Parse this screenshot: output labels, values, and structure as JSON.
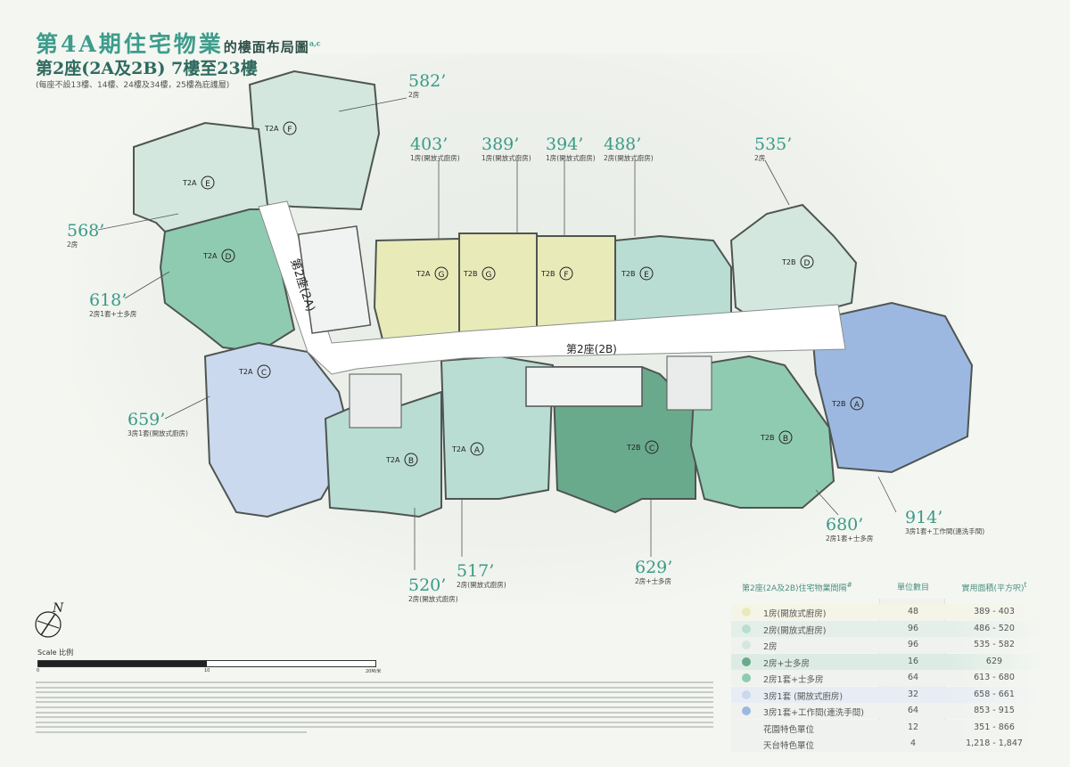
{
  "header": {
    "title_main": "第4A期住宅物業",
    "title_tail": "的樓面布局圖",
    "title_sup": "a,c",
    "subtitle": "第2座(2A及2B) 7樓至23樓",
    "note": "(每座不設13樓、14樓、24樓及34樓，25樓為庇護層)"
  },
  "plan": {
    "tower_2a_label": "第2座(2A)",
    "tower_2b_label": "第2座(2B)",
    "units": [
      {
        "code": "T2A",
        "letter": "F",
        "area": "582’",
        "type": "2房",
        "color": "#d3e7de"
      },
      {
        "code": "T2A",
        "letter": "E",
        "area": "568’",
        "type": "2房",
        "color": "#d3e7de"
      },
      {
        "code": "T2A",
        "letter": "D",
        "area": "618’",
        "type": "2房1套+士多房",
        "color": "#8fcbb1"
      },
      {
        "code": "T2A",
        "letter": "C",
        "area": "659’",
        "type": "3房1套(開放式廚房)",
        "color": "#cbd9ee"
      },
      {
        "code": "T2A",
        "letter": "B",
        "area": "520’",
        "type": "2房(開放式廚房)",
        "color": "#b9ddd2"
      },
      {
        "code": "T2A",
        "letter": "A",
        "area": "517’",
        "type": "2房(開放式廚房)",
        "color": "#b9ddd2"
      },
      {
        "code": "T2B",
        "letter": "C",
        "area": "629’",
        "type": "2房+士多房",
        "color": "#6aaa8c"
      },
      {
        "code": "T2B",
        "letter": "B",
        "area": "680’",
        "type": "2房1套+士多房",
        "color": "#8fcbb1"
      },
      {
        "code": "T2B",
        "letter": "A",
        "area": "914’",
        "type": "3房1套+工作間(連洗手間)",
        "color": "#9db8e0"
      },
      {
        "code": "T2B",
        "letter": "D",
        "area": "535’",
        "type": "2房",
        "color": "#d3e7de"
      },
      {
        "code": "T2B",
        "letter": "E",
        "area": "488’",
        "type": "2房(開放式廚房)",
        "color": "#b9ddd2"
      },
      {
        "code": "T2B",
        "letter": "F",
        "area": "394’",
        "type": "1房(開放式廚房)",
        "color": "#e8eab8"
      },
      {
        "code": "T2B",
        "letter": "G",
        "area": "389’",
        "type": "1房(開放式廚房)",
        "color": "#e8eab8"
      },
      {
        "code": "T2A",
        "letter": "G",
        "area": "403’",
        "type": "1房(開放式廚房)",
        "color": "#e8eab8"
      }
    ]
  },
  "legend": {
    "header_type": "第2座(2A及2B)住宅物業間隔",
    "header_type_sup": "#",
    "header_count": "單位數目",
    "header_area": "實用面積(平方呎)",
    "header_area_sup": "t",
    "rows": [
      {
        "name": "1房(開放式廚房)",
        "count": "48",
        "range": "389 - 403",
        "color": "#e8eab8"
      },
      {
        "name": "2房(開放式廚房)",
        "count": "96",
        "range": "486 - 520",
        "color": "#b9ddd2"
      },
      {
        "name": "2房",
        "count": "96",
        "range": "535 - 582",
        "color": "#d3e7de"
      },
      {
        "name": "2房+士多房",
        "count": "16",
        "range": "629",
        "color": "#6aaa8c"
      },
      {
        "name": "2房1套+士多房",
        "count": "64",
        "range": "613 - 680",
        "color": "#8fcbb1"
      },
      {
        "name": "3房1套 (開放式廚房)",
        "count": "32",
        "range": "658 - 661",
        "color": "#cbd9ee"
      },
      {
        "name": "3房1套+工作間(連洗手間)",
        "count": "64",
        "range": "853 - 915",
        "color": "#9db8e0"
      },
      {
        "name": "花園特色單位",
        "count": "12",
        "range": "351 - 866",
        "color": ""
      },
      {
        "name": "天台特色單位",
        "count": "4",
        "range": "1,218 - 1,847",
        "color": ""
      }
    ]
  },
  "scale": {
    "label": "Scale  比例",
    "ticks": [
      "0",
      "10",
      "20M/米"
    ]
  },
  "compass": {
    "label": "N"
  }
}
